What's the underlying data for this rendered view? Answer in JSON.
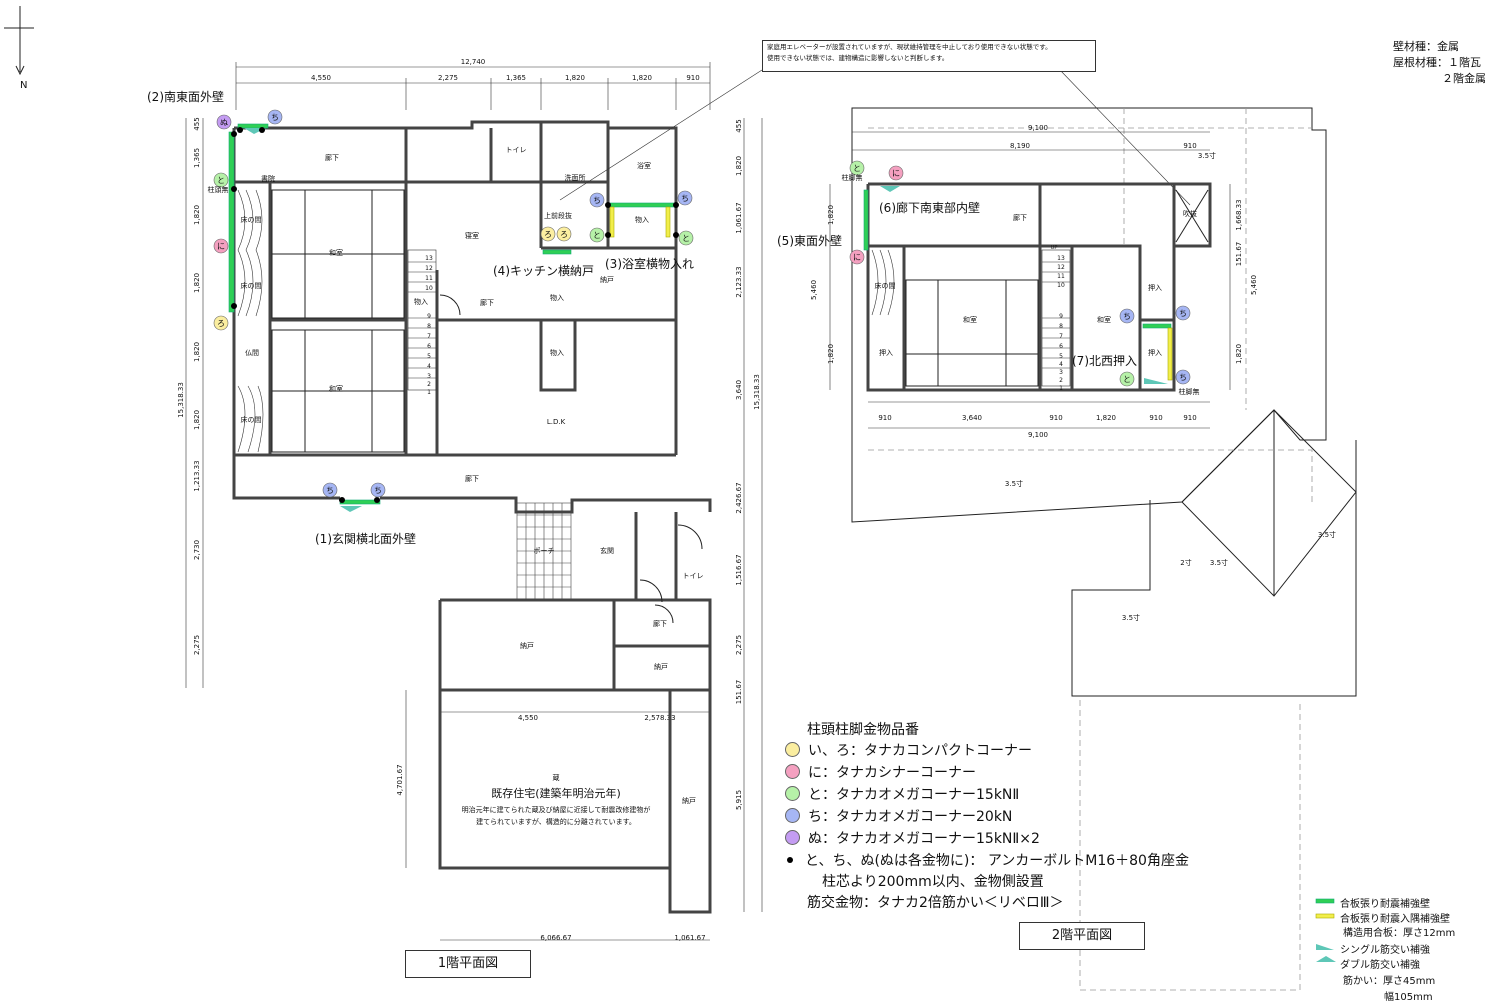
{
  "orientation": {
    "north_label": "N"
  },
  "material_notes": {
    "wall": "壁材種：金属",
    "roof_line1": "屋根材種：１階瓦",
    "roof_line2": "２階金属"
  },
  "elevator_note": {
    "line1": "家庭用エレベーターが設置されていますが、現状維持管理を中止しており使用できない状態です。",
    "line2": "使用できない状態では、建物構造に影響しないと判断します。"
  },
  "floor1": {
    "title": "1階平面図",
    "dims_top": {
      "total": "12,740",
      "segments": [
        "4,550",
        "2,275",
        "1,365",
        "1,820",
        "1,820",
        "910"
      ]
    },
    "dims_left": {
      "total": "15,318.33",
      "segments": [
        "455",
        "1,365",
        "1,820",
        "1,820",
        "1,820",
        "1,820",
        "1,213.33",
        "2,730",
        "2,275"
      ]
    },
    "dims_right": {
      "total": "15,318.33",
      "segments": [
        "455",
        "1,820",
        "1,061.67",
        "2,123.33",
        "3,640",
        "2,426.67",
        "1,516.67",
        "2,275",
        "151.67",
        "5,915"
      ]
    },
    "dims_bottom": [
      "6,066.67",
      "1,061.67"
    ],
    "dims_kura": [
      "4,550",
      "2,578.33"
    ],
    "dims_kura_left": "4,701.67",
    "rooms": {
      "rouka_top": "廊下",
      "toilet": "トイレ",
      "yokushitsu": "浴室",
      "senmenjo": "洗面所",
      "shoin": "書院",
      "tokonoma1": "床の間",
      "tokonoma2": "床の間",
      "washitsu1": "和室",
      "shinshitsu": "寝室",
      "monoire1": "物入",
      "monoire_bath": "物入",
      "agarikamachi": "上前段抜",
      "nando1": "納戸",
      "rouka_mid": "廊下",
      "monoire2": "物入",
      "monoire3": "物入",
      "butsuma": "仏間",
      "washitsu2": "和室",
      "tokonoma3": "床の間",
      "ldk": "L.D.K",
      "rouka_bot": "廊下",
      "porch": "ポーチ",
      "genkan": "玄関",
      "toilet2": "トイレ",
      "nando2": "納戸",
      "rouka_s": "廊下",
      "nando3": "納戸",
      "nando4": "納戸",
      "kura": "蔵",
      "hashira": "柱頭無"
    },
    "stairs": [
      "13",
      "12",
      "11",
      "10",
      "9",
      "8",
      "7",
      "6",
      "5",
      "4",
      "3",
      "2",
      "1"
    ],
    "callouts": {
      "c1": "(1)玄関横北面外壁",
      "c2": "(2)南東面外壁",
      "c3": "(3)浴室横物入れ",
      "c4": "(4)キッチン横納戸"
    },
    "kura_note": {
      "title": "既存住宅(建築年明治元年)",
      "line1": "明治元年に建てられた蔵及び納屋に近接して耐震改修建物が",
      "line2": "建てられていますが、構造的に分離されています。"
    }
  },
  "floor2": {
    "title": "2階平面図",
    "dims_top": [
      "9,100",
      "8,190",
      "910"
    ],
    "dims_bottom": [
      "910",
      "3,640",
      "910",
      "1,820",
      "910",
      "910"
    ],
    "dims_bottom_total": "9,100",
    "dims_left": [
      "1,820",
      "5,460",
      "1,820"
    ],
    "dims_right": [
      "1,668.33",
      "151.67",
      "5,460",
      "1,820"
    ],
    "pitch": {
      "p1": "3.5寸",
      "p2": "3.5寸",
      "p3": "3.5寸",
      "p4": "3.5寸",
      "p5": "3.5寸",
      "p6": "2寸"
    },
    "rooms": {
      "rouka": "廊下",
      "fukinuke": "吹抜",
      "tokonoma": "床の間",
      "washitsu1": "和室",
      "washitsu2": "和室",
      "oshiire1": "押入",
      "oshiire2": "押入",
      "oshiire3": "押入",
      "up": "UP",
      "hashira_top": "柱脚無",
      "hashira_bot": "柱脚無"
    },
    "stairs": [
      "13",
      "12",
      "11",
      "10",
      "9",
      "8",
      "7",
      "6",
      "5",
      "4",
      "3",
      "2",
      "1"
    ],
    "callouts": {
      "c5": "(5)東面外壁",
      "c6": "(6)廊下南東部内壁",
      "c7": "(7)北西押入"
    }
  },
  "markers": {
    "i_ro": "ろ",
    "ni": "に",
    "to": "と",
    "chi": "ち",
    "nu": "ぬ"
  },
  "hardware_legend": {
    "title": "柱頭柱脚金物品番",
    "items": [
      {
        "label": "い、ろ：タナカコンパクトコーナー",
        "color": "#fbeea0"
      },
      {
        "label": "に：タナカシナーコーナー",
        "color": "#f4a0c0"
      },
      {
        "label": "と：タナカオメガコーナー15kNⅡ",
        "color": "#b6f1a8"
      },
      {
        "label": "ち：タナカオメガコーナー20kN",
        "color": "#a6b6f4"
      },
      {
        "label": "ぬ：タナカオメガコーナー15kNⅡ×2",
        "color": "#c49cf2"
      }
    ],
    "anchor_line1": "と、ち、ぬ(ぬは各金物に)：  アンカーボルトM16＋80角座金",
    "anchor_line2": "柱芯より200mm以内、金物側設置",
    "brace": "筋交金物：タナカ2倍筋かい＜リベロⅢ＞"
  },
  "wall_legend": {
    "plywood": "合板張り耐震補強壁",
    "plywood_corner": "合板張り耐震入隅補強壁",
    "plywood_thickness": "構造用合板：厚さ12mm",
    "single_brace": "シングル筋交い補強",
    "double_brace": "ダブル筋交い補強",
    "brace_thickness": "筋かい：厚さ45mm",
    "brace_width": "幅105mm",
    "colors": {
      "green": "#2fcf55",
      "yellow": "#f2ee4a",
      "teal": "#5ec7b7"
    }
  }
}
